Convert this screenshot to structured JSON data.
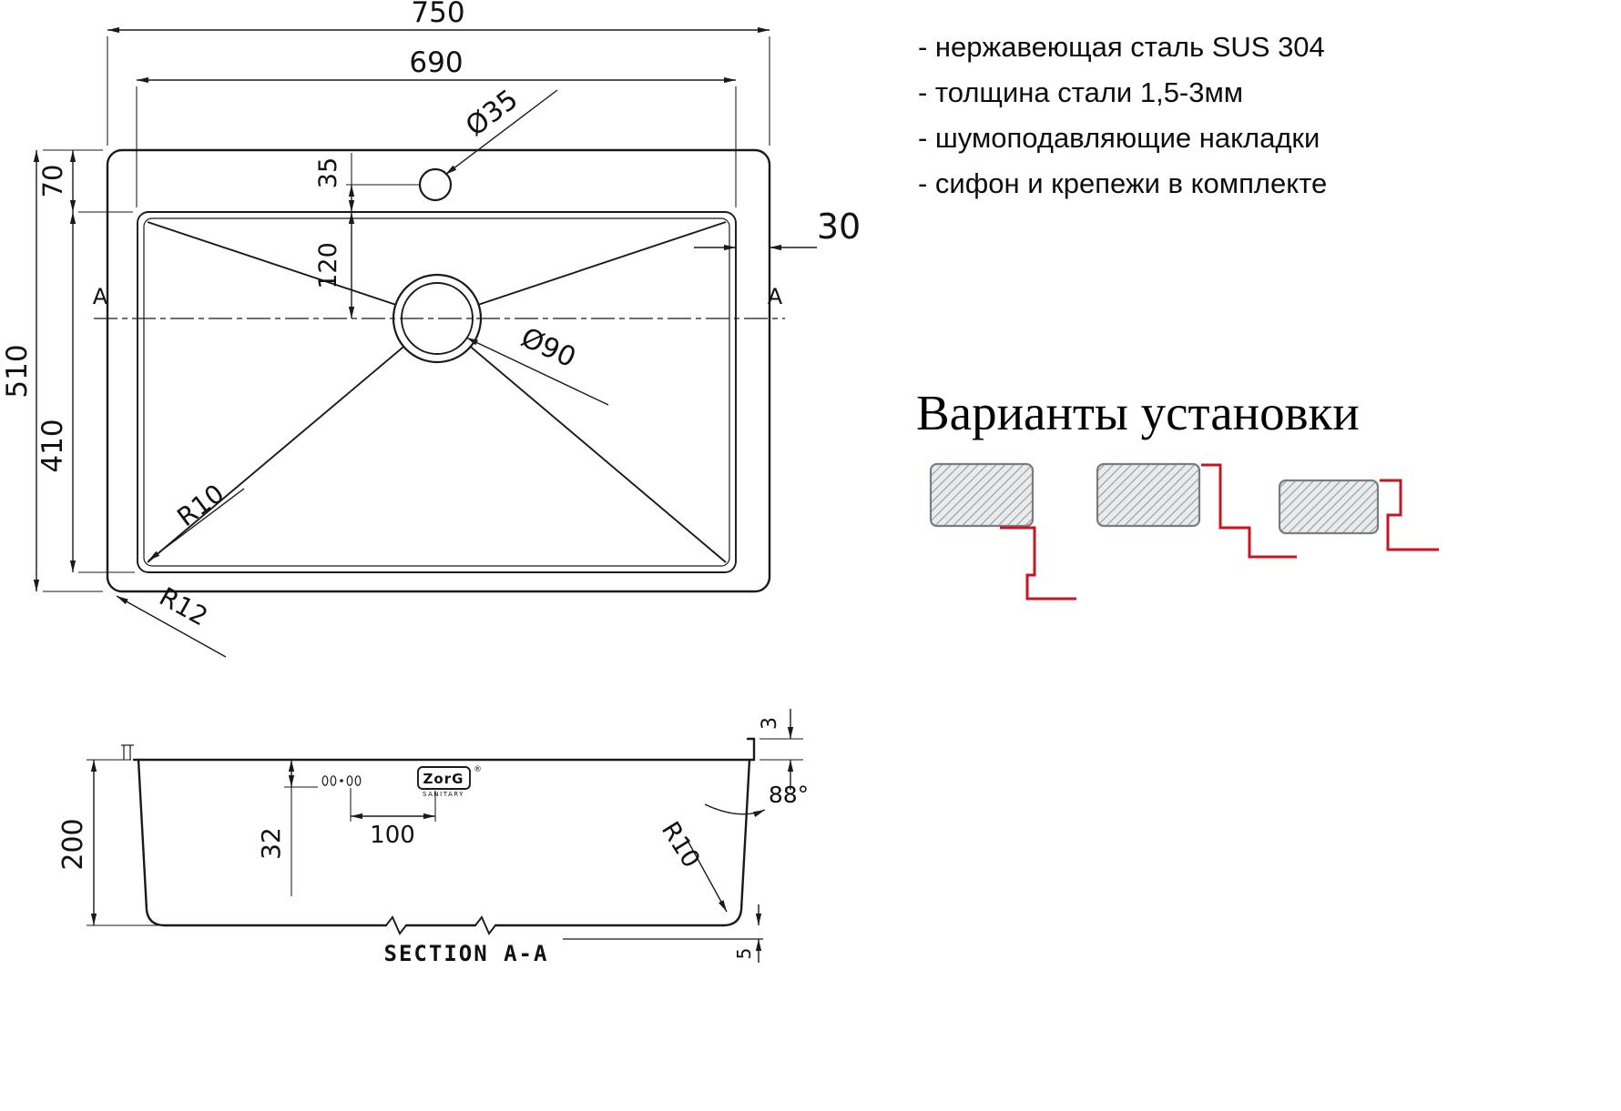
{
  "specs": [
    "- нержавеющая сталь SUS 304",
    "- толщина стали 1,5-3мм",
    "- шумоподавляющие накладки",
    "- сифон и крепежи в комплекте"
  ],
  "installation_title": "Варианты установки",
  "plan": {
    "dim_750": "750",
    "dim_690": "690",
    "dim_510": "510",
    "dim_70": "70",
    "dim_410": "410",
    "dim_35": "35",
    "dim_120": "120",
    "dim_30": "30",
    "faucet_dia": "Ø35",
    "drain_dia": "Ø90",
    "radius_inner": "R10",
    "radius_outer": "R12",
    "marker_a_left": "A",
    "marker_a_right": "A"
  },
  "section": {
    "dim_200": "200",
    "dim_32": "32",
    "dim_100": "100",
    "dim_3": "3",
    "angle": "88°",
    "radius": "R10",
    "dim_5": "5",
    "label": "SECTION A-A",
    "logo_text": "ZorG",
    "logo_sub": "SANITARY",
    "logo_reg": "®"
  },
  "colors": {
    "line": "#1a1a1a",
    "accent_red": "#c81423",
    "hatch_gray": "#9aa0a6"
  }
}
